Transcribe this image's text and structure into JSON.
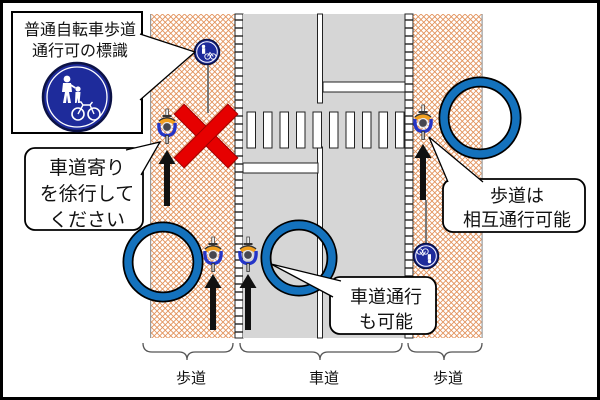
{
  "legend": {
    "line1": "普通自転車歩道",
    "line2": "通行可の標識",
    "sign_name": "pedestrian-and-bicycle-allowed-sign"
  },
  "callouts": {
    "slow": {
      "line1": "車道寄り",
      "line2": "を徐行して",
      "line3": "ください"
    },
    "two_way": {
      "line1": "歩道は",
      "line2": "相互通行可能"
    },
    "roadway": {
      "line1": "車道通行",
      "line2": "も可能"
    }
  },
  "zone_labels": {
    "left": "歩道",
    "center": "車道",
    "right": "歩道"
  },
  "icons": [
    "pedestrian-bicycle-sign-icon",
    "cyclist-icon",
    "up-arrow-icon",
    "prohibited-x-icon",
    "allowed-circle-icon",
    "crosswalk-marking",
    "stop-line-marking",
    "center-line-marking"
  ],
  "colors": {
    "sign_blue": "#1e2b9b",
    "circle_blue": "#1472bd",
    "x_red": "#e60000",
    "hatch_orange": "#dd7f3e",
    "road_gray": "#d6d6d6",
    "arrow_black": "#111111"
  }
}
